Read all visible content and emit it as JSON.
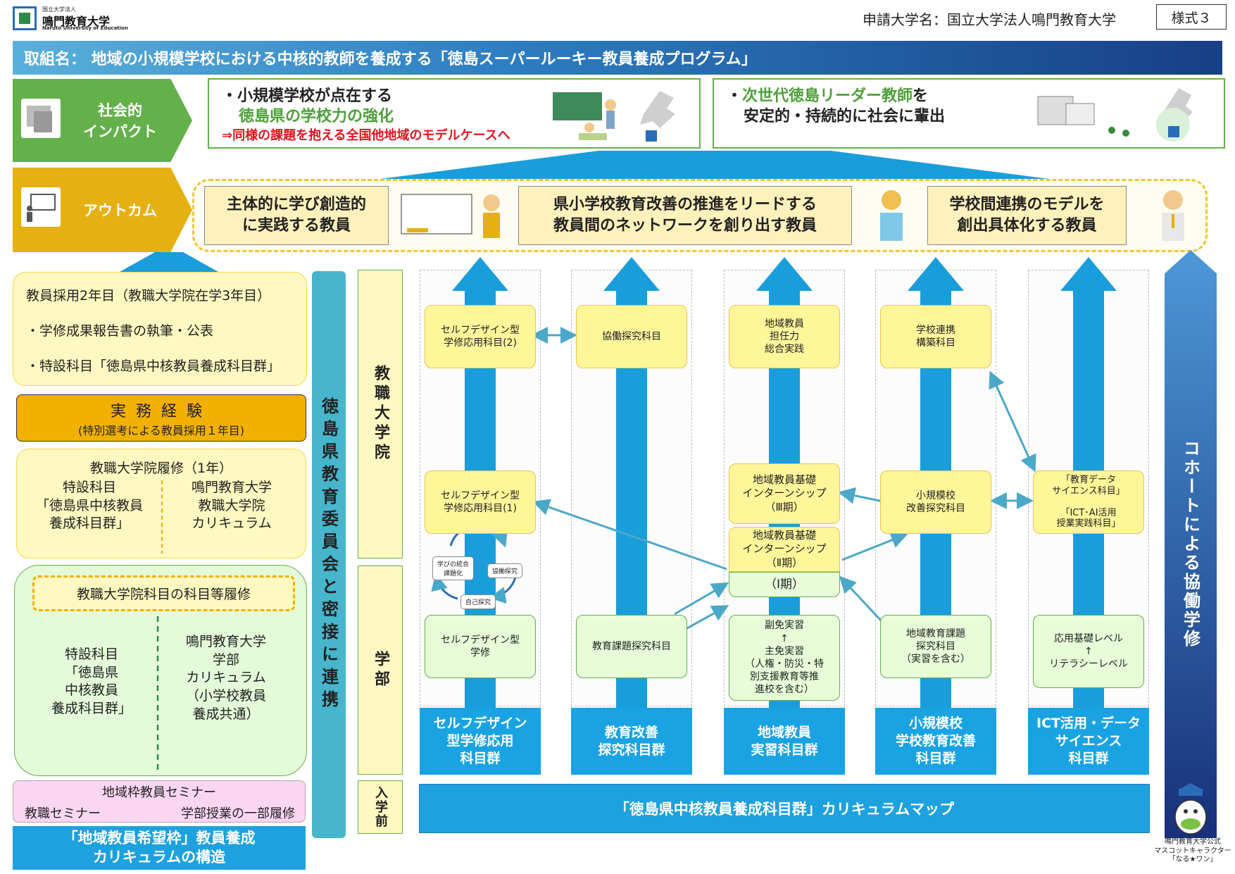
{
  "header": {
    "logo_small": "国立大学法人",
    "logo_name": "鳴門教育大学",
    "logo_en": "Naruto University of Education",
    "applicant": "申請大学名：国立大学法人鳴門教育大学",
    "form": "様式３"
  },
  "title": "取組名： 地域の小規模学校における中核的教師を養成する「徳島スーパールーキー教員養成プログラム」",
  "impact": {
    "label": "社会的\nインパクト",
    "box1": {
      "line1": "・小規模学校が点在する",
      "line2": "徳島県の学校力の強化",
      "line3": "⇒同様の課題を抱える全国他地域のモデルケースへ"
    },
    "box2": {
      "line1_green": "次世代徳島リーダー教師",
      "line1_rest": "を",
      "line1_prefix": "・",
      "line2": "安定的・持続的に社会に輩出"
    }
  },
  "outcome": {
    "label": "アウトカム",
    "boxes": [
      "主体的に学び創造的\nに実践する教員",
      "県小学校教育改善の推進をリードする\n教員間のネットワークを創り出す教員",
      "学校間連携のモデルを\n創出具体化する教員"
    ]
  },
  "left": {
    "exp": {
      "title": "教員採用2年目（教職大学院在学3年目）",
      "item1": "・学修成果報告書の執筆・公表",
      "item2": "・特設科目「徳島県中核教員養成科目群」"
    },
    "work": {
      "title": "実務経験",
      "sub": "(特別選考による教員採用１年目)"
    },
    "grad": {
      "title": "教職大学院履修（1年）",
      "left": "特設科目\n「徳島県中核教員\n養成科目群」",
      "right": "鳴門教育大学\n教職大学院\nカリキュラム"
    },
    "under": {
      "sub": "教職大学院科目の科目等履修",
      "left": "特設科目\n「徳島県\n中核教員\n養成科目群」",
      "right": "鳴門教育大学\n学部\nカリキュラム\n（小学校教員\n養成共通）"
    },
    "seminar": {
      "top": "地域枠教員セミナー",
      "left": "教職セミナー",
      "right": "学部授業の一部履修"
    },
    "structure": "「地域教員希望枠」教員養成\nカリキュラムの構造"
  },
  "board": "徳島県教育委員会と密接に連携",
  "stages": {
    "grad": "教職大学院",
    "under": "学部",
    "pre": "入学前"
  },
  "columns": [
    {
      "foot": "セルフデザイン\n型学修応用\n科目群"
    },
    {
      "foot": "教育改善\n探究科目群"
    },
    {
      "foot": "地域教員\n実習科目群"
    },
    {
      "foot": "小規模校\n学校教育改善\n科目群"
    },
    {
      "foot": "ICT活用・データ\nサイエンス\n科目群"
    }
  ],
  "nodes": {
    "sd2": "セルフデザイン型\n学修応用科目(2)",
    "sd1": "セルフデザイン型\n学修応用科目(1)",
    "sd0": "セルフデザイン型\n学修",
    "kyodo": "協働探究科目",
    "kadai": "教育課題探究科目",
    "tanin": "地域教員\n担任力\n総合実践",
    "in3": "地域教員基礎\nインターンシップ\n（Ⅲ期）",
    "in2": "地域教員基礎\nインターンシップ\n（Ⅱ期）",
    "in1": "（Ⅰ期）",
    "fukumen": "副免実習\n↑\n主免実習\n（人権・防災・特\n別支援教育等推\n進校を含む）",
    "renkei": "学校連携\n構築科目",
    "shokibo": "小規模校\n改善探究科目",
    "chiiki": "地域教育課題\n探究科目\n（実習を含む）",
    "data": "「教育データ\nサイエンス科目」\n\n「ICT･AI活用\n授業実践科目」",
    "ouyou": "応用基礎レベル\n↑\nリテラシーレベル"
  },
  "cycle": {
    "a": "学びの統合\n課題化",
    "b": "協働探究",
    "c": "自己探究"
  },
  "map_bar": "「徳島県中核教員養成科目群」カリキュラムマップ",
  "cohort": "コホートによる協働学修",
  "mascot": "鳴門教育大学公式\nマスコットキャラクター\n「なる★ワン」",
  "colors": {
    "blue": "#199edb",
    "green": "#64b04a",
    "yellow": "#fff69a",
    "gold": "#e6b012"
  }
}
